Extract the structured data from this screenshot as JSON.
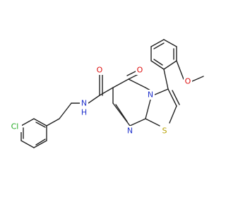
{
  "molecule": {
    "atom_labels": {
      "chlorine": "Cl",
      "amide_nitrogen": "N",
      "amide_hydrogen": "H",
      "amide_oxygen": "O",
      "ring_oxygen": "O",
      "ring_nitrogen_bridge": "N",
      "ring_nitrogen_pyrimidine": "N",
      "sulfur": "S",
      "methoxy_oxygen": "O"
    },
    "colors": {
      "bond": "#222222",
      "chlorine": "#22aa22",
      "nitrogen": "#2233cc",
      "oxygen": "#dd1111",
      "sulfur": "#b8a000"
    }
  }
}
